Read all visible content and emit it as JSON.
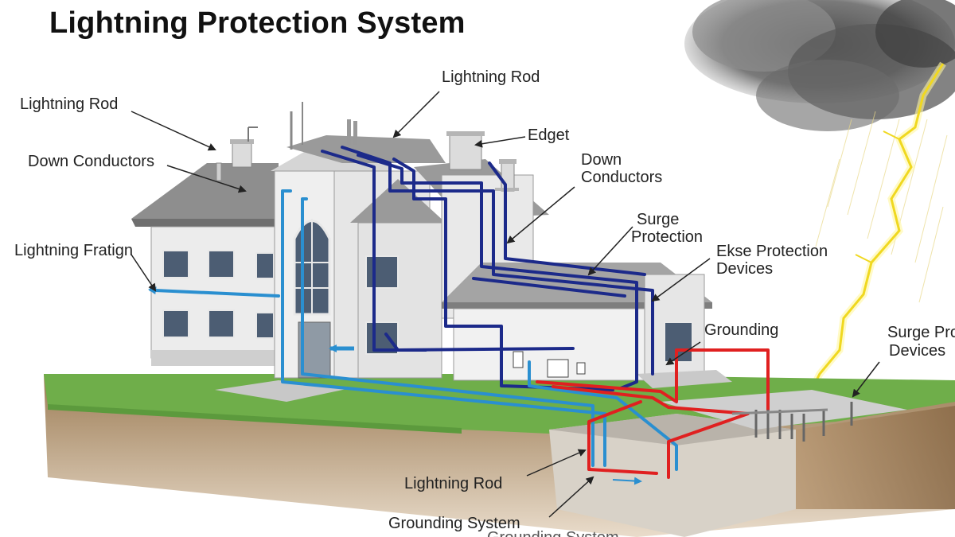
{
  "title": "Lightning Protection System",
  "labels": {
    "rod_left": "Lightning Rod",
    "rod_top": "Lightning Rod",
    "down_conductors_left": "Down Conductors",
    "edget": "Edget",
    "down_conductors_right_1": "Down",
    "down_conductors_right_2": "Conductors",
    "fratign": "Lightning Fratign",
    "surge_protection_1": "Surge",
    "surge_protection_2": "Protection",
    "ekse_1": "Ekse Protection",
    "ekse_2": "Devices",
    "grounding": "Grounding",
    "surge_devices_1": "Surge Pro",
    "surge_devices_2": "Devices",
    "rod_bottom": "Lightning Rod",
    "grounding_system": "Grounding System",
    "grounding_system_cut": "Grounding System"
  },
  "colors": {
    "down_conductor_navy": "#1c2a8a",
    "conductor_light_blue": "#2a8fd0",
    "live_red": "#e02020",
    "grass": "#6fae4a",
    "soil": "#a98a62",
    "lightning": "#f5e63a"
  }
}
